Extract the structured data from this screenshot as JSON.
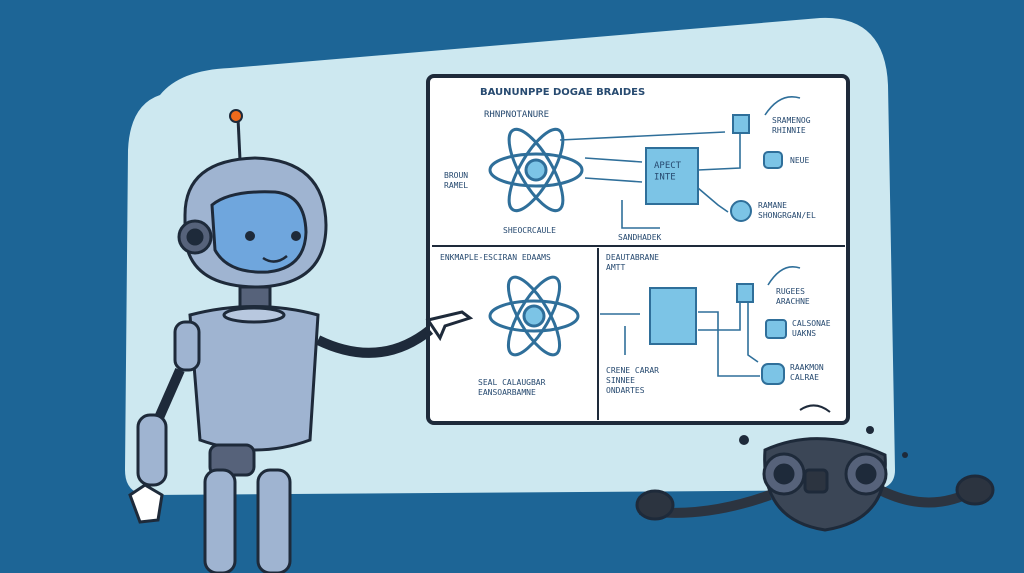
{
  "colors": {
    "background": "#1d6596",
    "panel": "#cde8f0",
    "board": "#ffffff",
    "board_border": "#1e2a3a",
    "diagram_stroke": "#2f6f9a",
    "box_fill": "#7cc4e6",
    "robot_body": "#9fb4d1",
    "robot_face": "#6fa6dd",
    "antenna_tip": "#f06a1c",
    "dark_robot": "#2c3440"
  },
  "board": {
    "title": "BAUNUNPPE DOGAE BRAIDES",
    "top": {
      "heading": "RHNPNOTANURE",
      "left_label": "BROUN\nRAMEL",
      "atom_caption": "SHEOCRCAULE",
      "box_label": "APECT\nINTE",
      "bottom_caption": "SANDHADEK",
      "right_label_1": "SRAMENOG\nRHINNIE",
      "right_label_2": "NEUE",
      "right_label_3": "RAMANE\nSHONGRGAN/EL"
    },
    "bottom": {
      "heading_left": "ENKMAPLE-ESCIRAN EDAAMS",
      "heading_mid": "DEAUTABRANE\nAMTT",
      "atom_caption": "SEAL CALAUGBAR\nEANSOARBAMNE",
      "mid_label": "CRENE CARAR\nSINNEE\nONDARTES",
      "right_label_1": "RUGEES\nARACHNE",
      "right_label_2": "CALSONAE\nUAKNS",
      "right_label_3": "RAAKMON\nCALRAE"
    }
  },
  "icons": [
    "robot-figure",
    "atom-icon",
    "broken-robot"
  ]
}
